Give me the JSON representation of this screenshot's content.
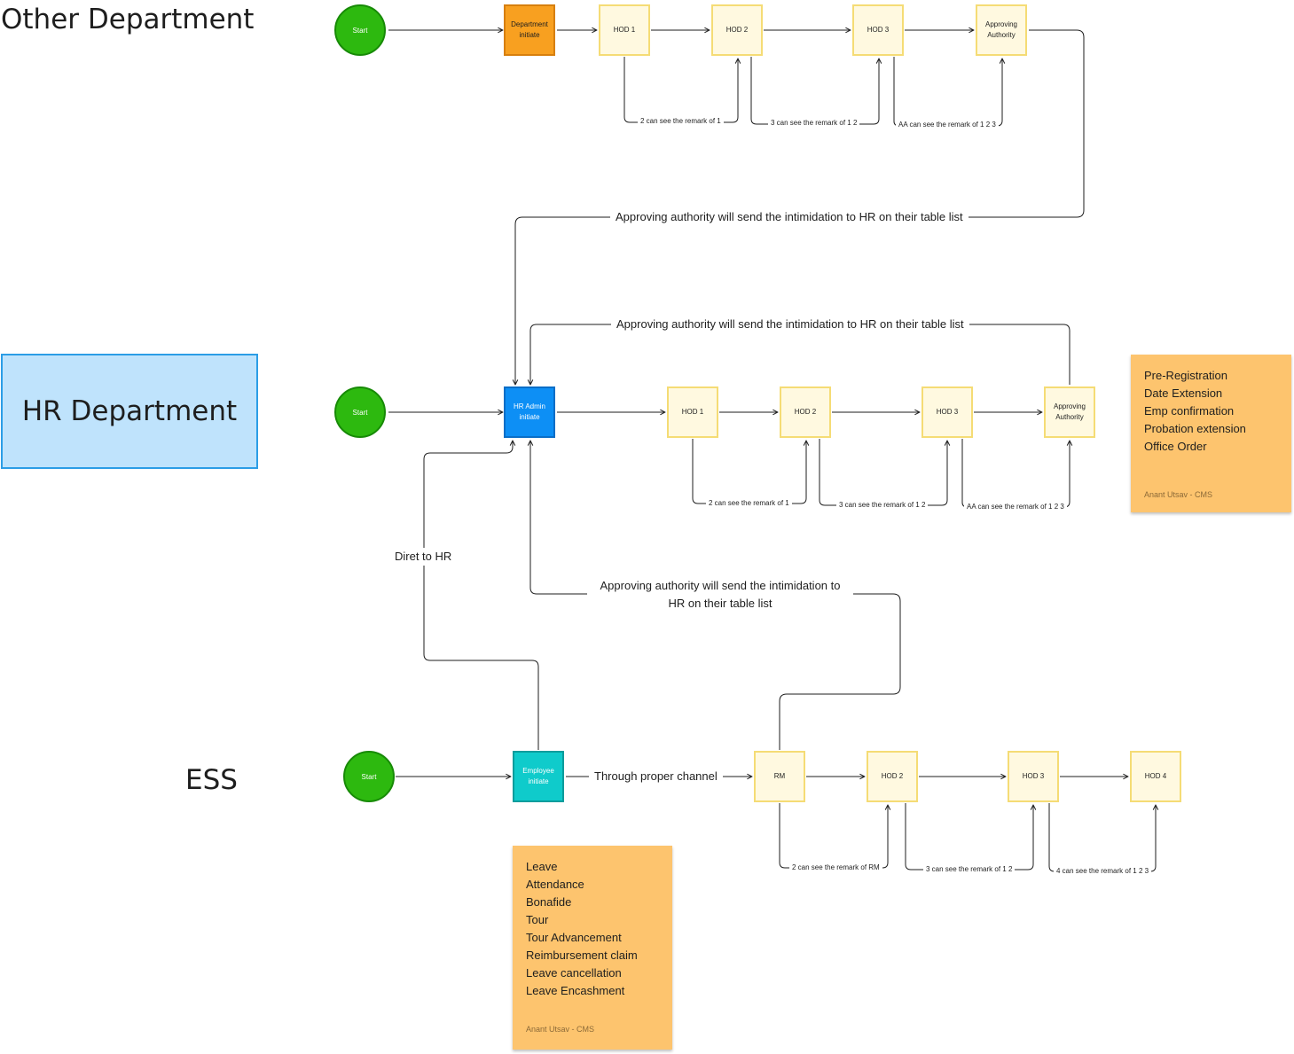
{
  "lanes": {
    "other": "Other Department",
    "hr": "HR Department",
    "ess": "ESS"
  },
  "other": {
    "start": "Start",
    "initiate": "Department initiate",
    "hod1": "HOD 1",
    "hod2": "HOD 2",
    "hod3": "HOD 3",
    "aa": "Approving Authority",
    "remark2": "2 can see the remark of 1",
    "remark3": "3 can see the remark of 1 2",
    "remarkAA": "AA can see the remark of 1 2 3",
    "toHR": "Approving authority will send the intimidation to HR on their table list"
  },
  "hr": {
    "start": "Start",
    "initiate": "HR Admin initiate",
    "hod1": "HOD 1",
    "hod2": "HOD 2",
    "hod3": "HOD 3",
    "aa": "Approving Authority",
    "remark2": "2 can see the remark of 1",
    "remark3": "3 can see the remark of 1 2",
    "remarkAA": "AA can see the remark of 1 2 3",
    "toHR": "Approving authority will send the intimidation to HR on their table list",
    "direct": "Diret to HR",
    "essToHR": "Approving authority will send the intimidation to HR on their table list"
  },
  "ess": {
    "start": "Start",
    "initiate": "Employee initiate",
    "channel": "Through proper channel",
    "rm": "RM",
    "hod2": "HOD 2",
    "hod3": "HOD 3",
    "hod4": "HOD 4",
    "remark2": "2 can see the remark of RM",
    "remark3": "3 can see the remark of 1 2",
    "remark4": "4 can see the remark of 1 2 3"
  },
  "stickies": {
    "hr": {
      "items": [
        "Pre-Registration",
        "Date Extension",
        "Emp confirmation",
        "Probation extension",
        "Office Order"
      ],
      "author": "Anant Utsav - CMS"
    },
    "ess": {
      "items": [
        "Leave",
        "Attendance",
        "Bonafide",
        "Tour",
        "Tour Advancement",
        "Reimbursement claim",
        "Leave cancellation",
        "Leave Encashment"
      ],
      "author": "Anant Utsav - CMS"
    }
  },
  "colors": {
    "start": "#2db90f",
    "hod": "#fff9e0",
    "department": "#f8a020",
    "hrAdmin": "#0d8ff5",
    "employee": "#0fcbcb",
    "sticky": "#fdc46e",
    "hrLane": "#bfe3fc"
  }
}
